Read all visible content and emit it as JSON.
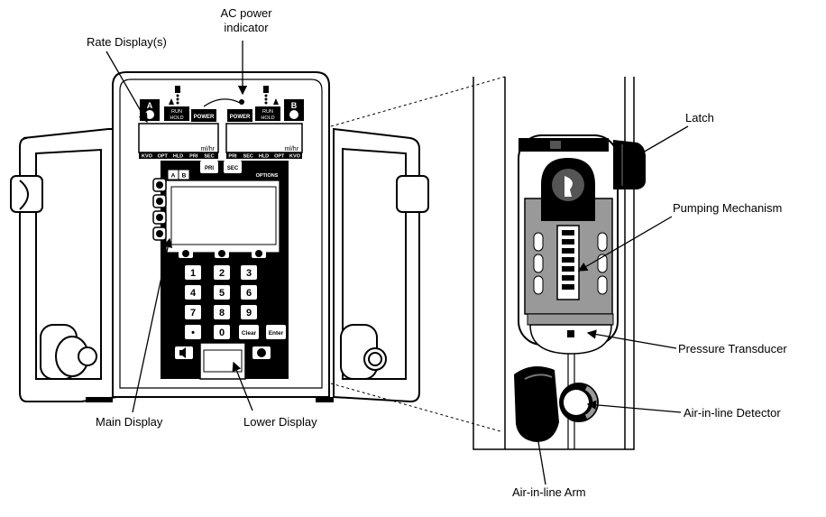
{
  "callouts": {
    "ac_power_indicator": "AC power\nindicator",
    "rate_displays": "Rate Display(s)",
    "main_display": "Main Display",
    "lower_display": "Lower Display",
    "latch": "Latch",
    "pumping_mechanism": "Pumping Mechanism",
    "pressure_transducer": "Pressure Transducer",
    "air_in_line_detector": "Air-in-line Detector",
    "air_in_line_arm": "Air-in-line Arm"
  },
  "device": {
    "channel_a": "A",
    "channel_b": "B",
    "run_hold_a": "RUN\nHOLD",
    "run_hold_b": "RUN\nHOLD",
    "power_left": "POWER",
    "power_right": "POWER",
    "rate_unit_a": "ml/hr",
    "rate_unit_b": "ml/hr",
    "status_a": [
      "KVO",
      "OPT",
      "HLD",
      "PRI",
      "SEC"
    ],
    "status_b": [
      "PRI",
      "SEC",
      "HLD",
      "OPT",
      "KVO"
    ],
    "pri_button": "PRI",
    "sec_button": "SEC",
    "tab_a": "A",
    "tab_b": "B",
    "options_label": "OPTIONS",
    "keypad": [
      [
        "1",
        "2",
        "3"
      ],
      [
        "4",
        "5",
        "6"
      ],
      [
        "7",
        "8",
        "9"
      ],
      [
        "•",
        "0",
        "Clear",
        "Enter"
      ]
    ]
  }
}
